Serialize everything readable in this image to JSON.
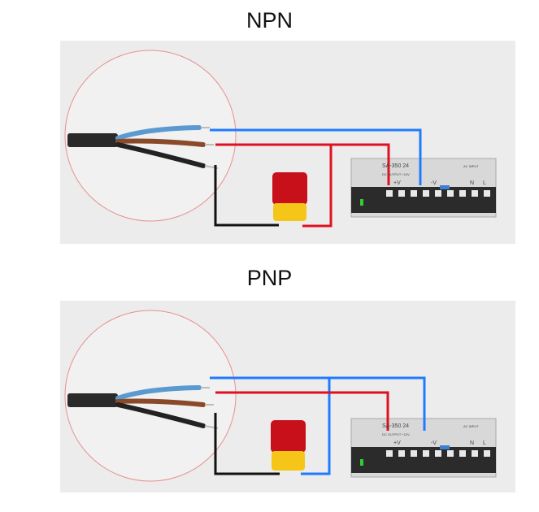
{
  "diagrams": [
    {
      "title": "NPN"
    },
    {
      "title": "PNP"
    }
  ],
  "power_supply": {
    "model": "SA-350 24",
    "dc_output": "DC OUTPUT +12V",
    "ac_input": "AC INPUT",
    "plus_v": "+V",
    "minus_v": "-V",
    "n": "N",
    "l": "L"
  },
  "colors": {
    "background": "#ececec",
    "blue_wire": "#1e7bff",
    "red_wire": "#e01020",
    "black_wire": "#111111",
    "lamp_top": "#c8101a",
    "lamp_base": "#f5c518"
  }
}
